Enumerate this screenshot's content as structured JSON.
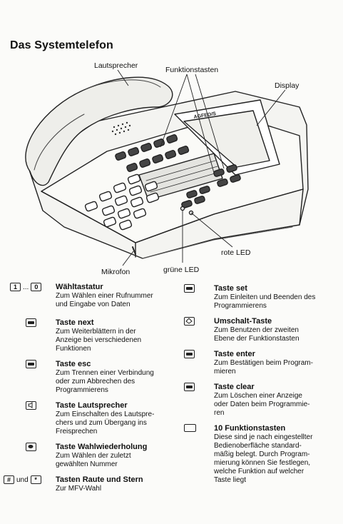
{
  "title": "Das Systemtelefon",
  "labels": {
    "lautsprecher": "Lautsprecher",
    "funktionstasten": "Funktionstasten",
    "display": "Display",
    "rote_led": "rote LED",
    "mikrofon": "Mikrofon",
    "gruene_led": "grüne LED",
    "brand": "AGFEO/S"
  },
  "keys": {
    "one": "1",
    "ellipsis": "...",
    "zero": "0",
    "und": "und",
    "hash": "#",
    "star": "*"
  },
  "left": [
    {
      "name": "Wähltastatur",
      "desc": [
        "Zum Wählen einer Rufnummer",
        "und Eingabe von Daten"
      ]
    },
    {
      "name": "Taste next",
      "desc": [
        "Zum Weiterblättern in der",
        "Anzeige bei verschiedenen",
        "Funktionen"
      ]
    },
    {
      "name": "Taste esc",
      "desc": [
        "Zum Trennen einer Verbindung",
        "oder zum Abbrechen des",
        "Programmierens"
      ]
    },
    {
      "name": "Taste Lautsprecher",
      "desc": [
        "Zum Einschalten des Lautspre-",
        "chers und zum Übergang ins",
        "Freisprechen"
      ]
    },
    {
      "name": "Taste Wahlwiederholung",
      "desc": [
        "Zum Wählen der zuletzt",
        "gewählten Nummer"
      ]
    },
    {
      "name": "Tasten Raute und Stern",
      "desc": [
        "Zur MFV-Wahl"
      ]
    }
  ],
  "right": [
    {
      "name": "Taste set",
      "desc": [
        "Zum Einleiten und Beenden des",
        "Programmierens"
      ]
    },
    {
      "name": "Umschalt-Taste",
      "desc": [
        "Zum Benutzen der zweiten",
        "Ebene der Funktionstasten"
      ]
    },
    {
      "name": "Taste enter",
      "desc": [
        "Zum Bestätigen beim Program-",
        "mieren"
      ]
    },
    {
      "name": "Taste clear",
      "desc": [
        "Zum Löschen einer Anzeige",
        "oder Daten beim Programmie-",
        "ren"
      ]
    },
    {
      "name": "10 Funktionstasten",
      "desc": [
        "Diese sind je nach eingestellter",
        "Bedienoberfläche standard-",
        "mäßig belegt. Durch Program-",
        "mierung können Sie festlegen,",
        "welche Funktion auf welcher",
        "Taste liegt"
      ]
    }
  ]
}
